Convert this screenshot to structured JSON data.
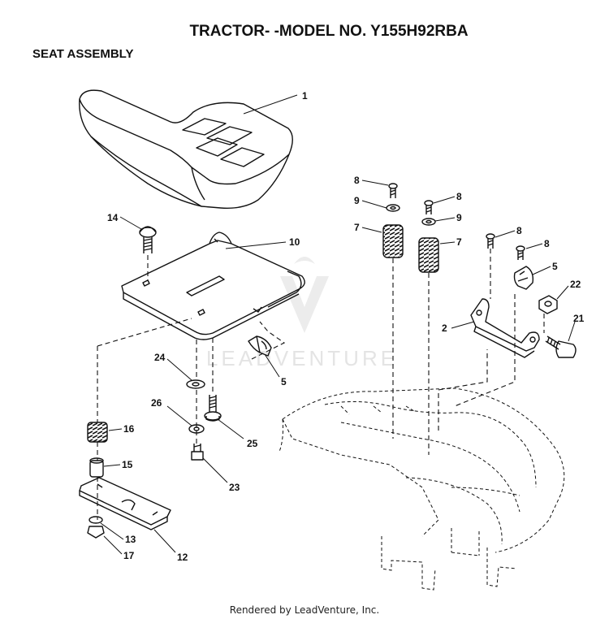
{
  "header": {
    "title": "TRACTOR- -MODEL NO. Y155H92RBA",
    "subtitle": "SEAT ASSEMBLY"
  },
  "watermark": "LEADVENTURE",
  "footer": "Rendered by LeadVenture, Inc.",
  "callouts": [
    {
      "key": "c1",
      "label": "1"
    },
    {
      "key": "c14",
      "label": "14"
    },
    {
      "key": "c10",
      "label": "10"
    },
    {
      "key": "c5a",
      "label": "5"
    },
    {
      "key": "c24",
      "label": "24"
    },
    {
      "key": "c26",
      "label": "26"
    },
    {
      "key": "c25",
      "label": "25"
    },
    {
      "key": "c16",
      "label": "16"
    },
    {
      "key": "c15",
      "label": "15"
    },
    {
      "key": "c23",
      "label": "23"
    },
    {
      "key": "c13",
      "label": "13"
    },
    {
      "key": "c17",
      "label": "17"
    },
    {
      "key": "c12",
      "label": "12"
    },
    {
      "key": "c8a",
      "label": "8"
    },
    {
      "key": "c9a",
      "label": "9"
    },
    {
      "key": "c7a",
      "label": "7"
    },
    {
      "key": "c8b",
      "label": "8"
    },
    {
      "key": "c9b",
      "label": "9"
    },
    {
      "key": "c7b",
      "label": "7"
    },
    {
      "key": "c8c",
      "label": "8"
    },
    {
      "key": "c8d",
      "label": "8"
    },
    {
      "key": "c5b",
      "label": "5"
    },
    {
      "key": "c22",
      "label": "22"
    },
    {
      "key": "c2",
      "label": "2"
    },
    {
      "key": "c21",
      "label": "21"
    }
  ]
}
